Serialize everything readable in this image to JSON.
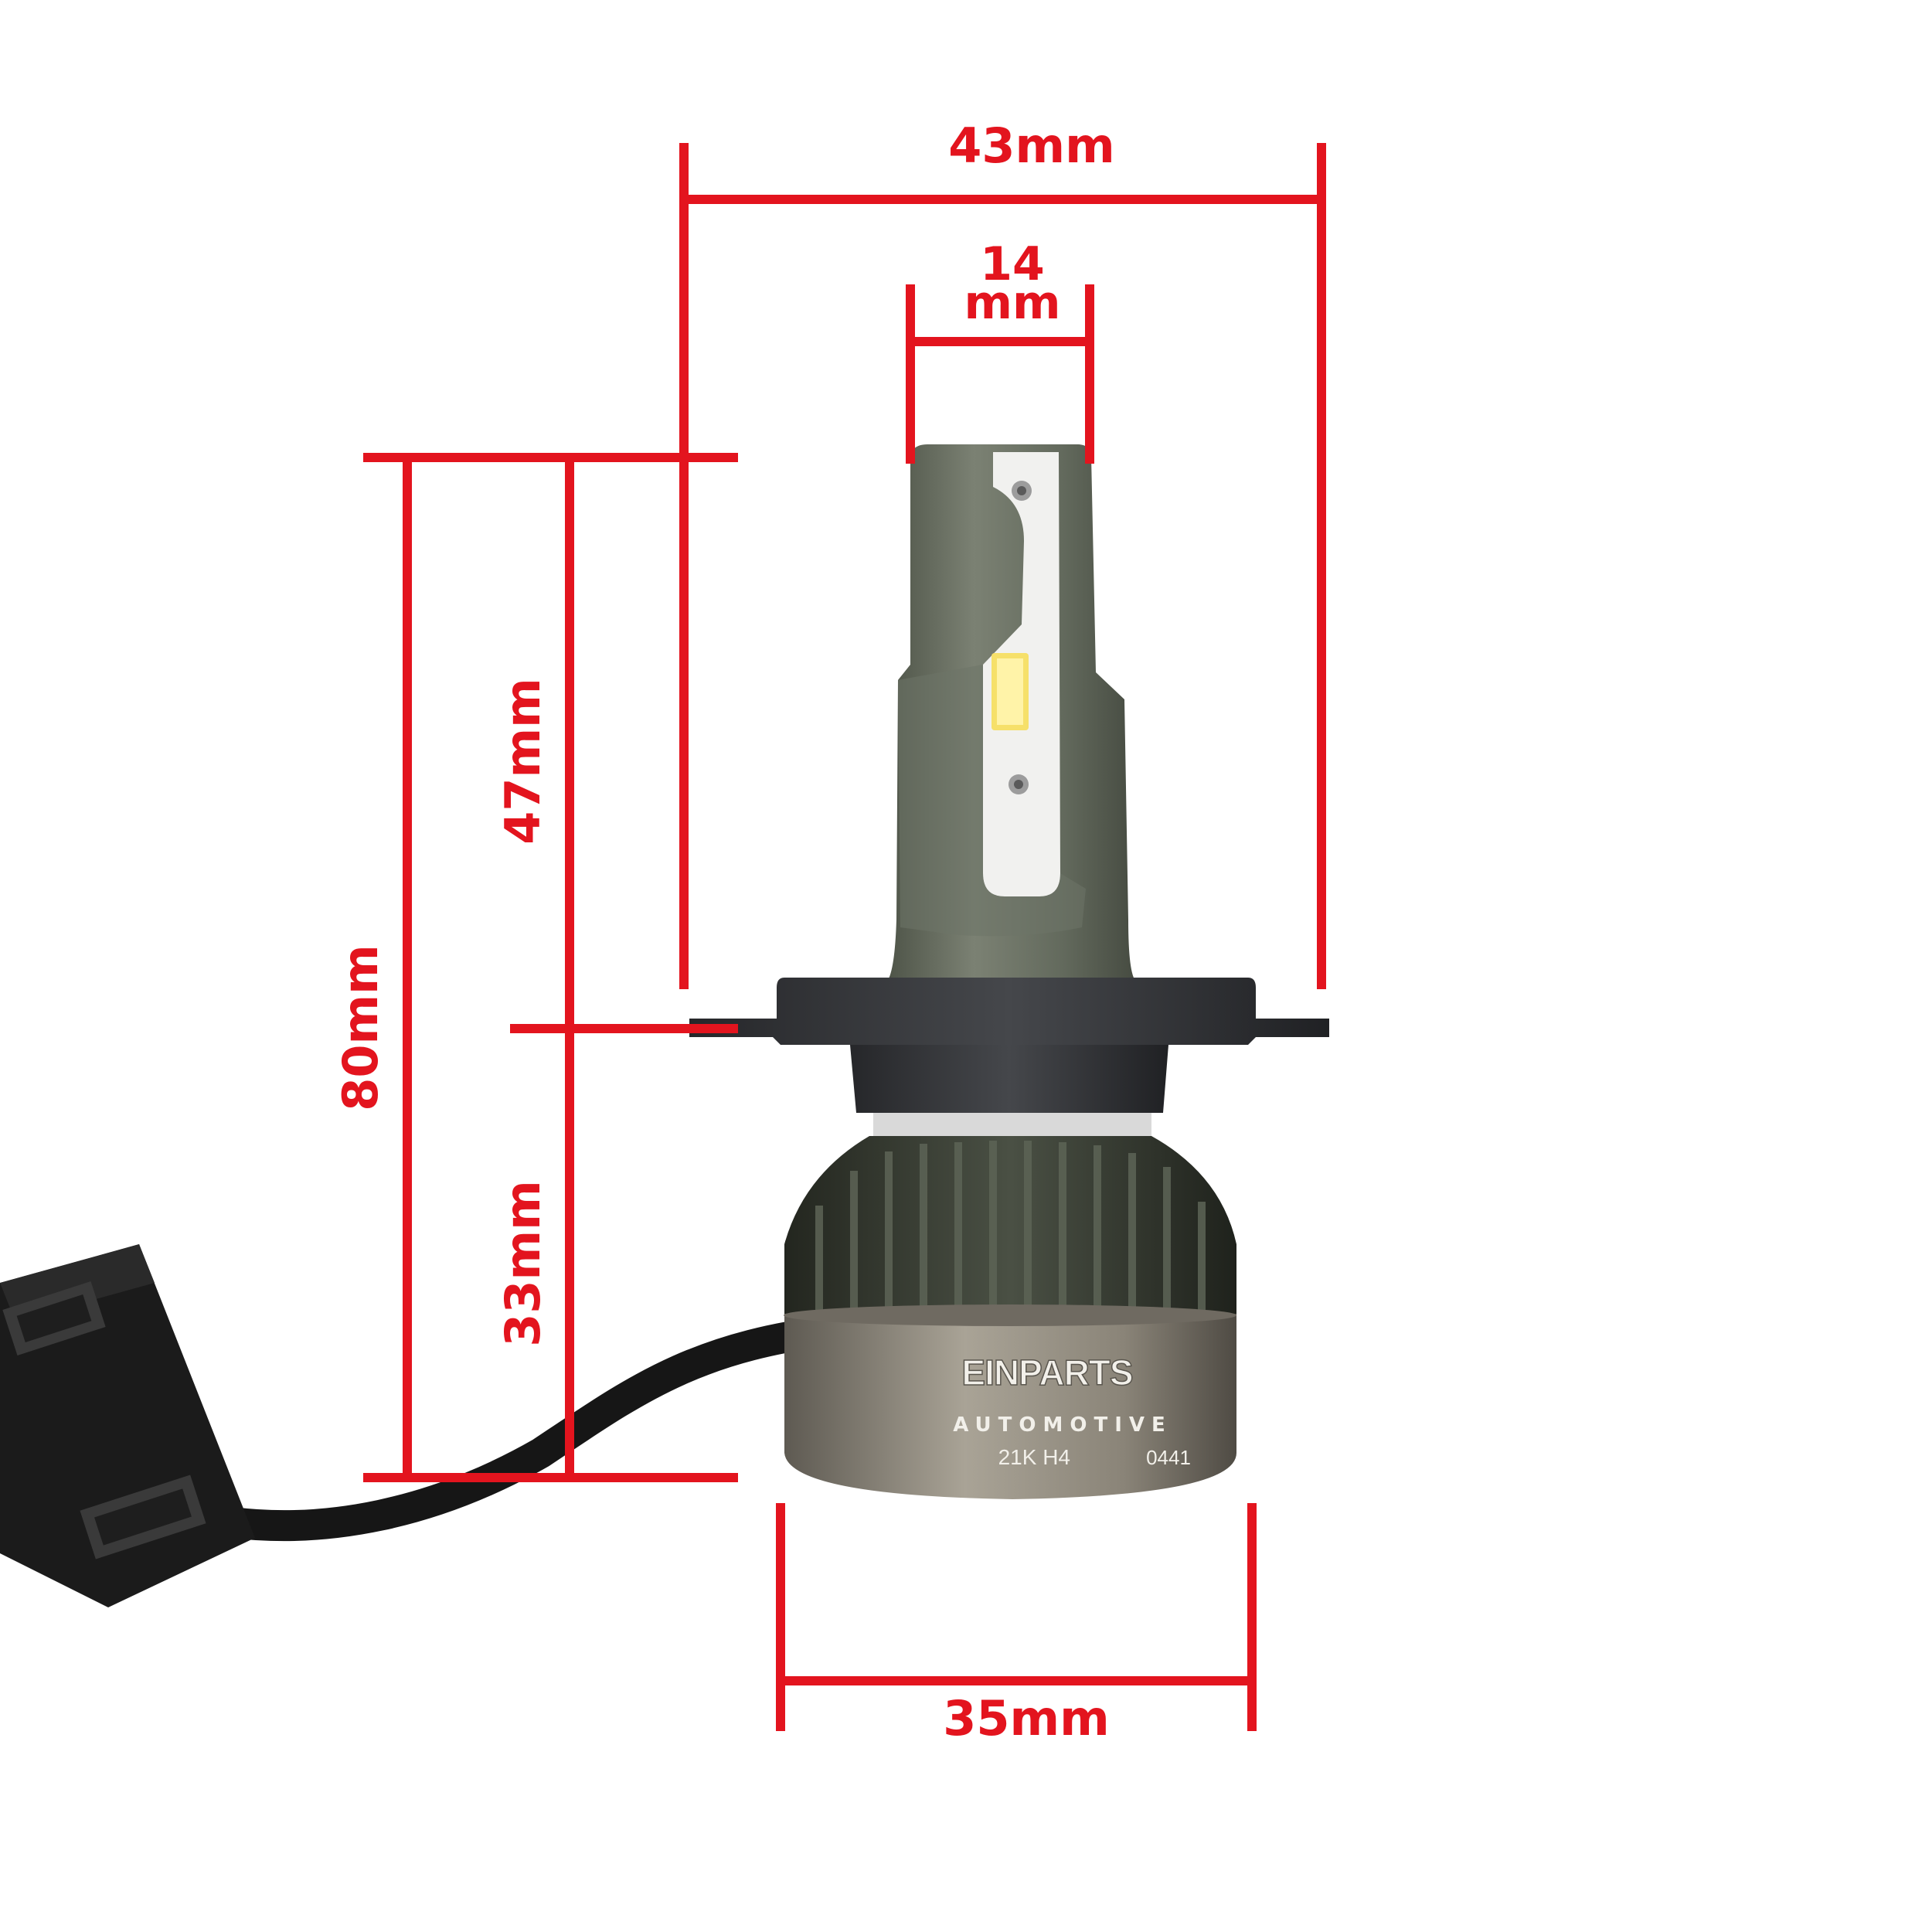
{
  "dimensions": {
    "overall_width": "43mm",
    "led_width_top": "14",
    "led_width_bottom": "mm",
    "total_height": "80mm",
    "upper_height": "47mm",
    "lower_height": "33mm",
    "base_diameter": "35mm"
  },
  "product": {
    "brand": "EINPARTS",
    "subbrand": "AUTOMOTIVE",
    "model": "21K H4",
    "code": "0441"
  },
  "colors": {
    "dimension_red": "#e3141e",
    "background": "#ffffff",
    "bulb_body": "#646a5e",
    "base_socket": "#3a3b3d",
    "heatsink": "#2e312c",
    "housing": "#8c8578",
    "cable": "#161616",
    "connector": "#1b1b1b",
    "led_chip": "#f6e06a"
  }
}
